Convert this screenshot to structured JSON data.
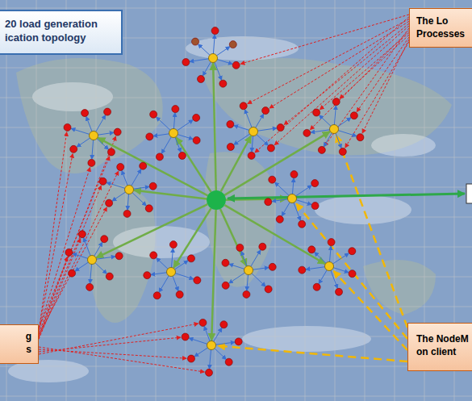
{
  "diagram": {
    "nodes": [
      {
        "text": [
          "20 load generation ication topology"
        ]
      },
      {
        "text": [
          "The Lo Processes"
        ]
      },
      {
        "text": [
          "g s"
        ]
      },
      {
        "text": [
          "The NodeM on client"
        ]
      }
    ]
  }
}
